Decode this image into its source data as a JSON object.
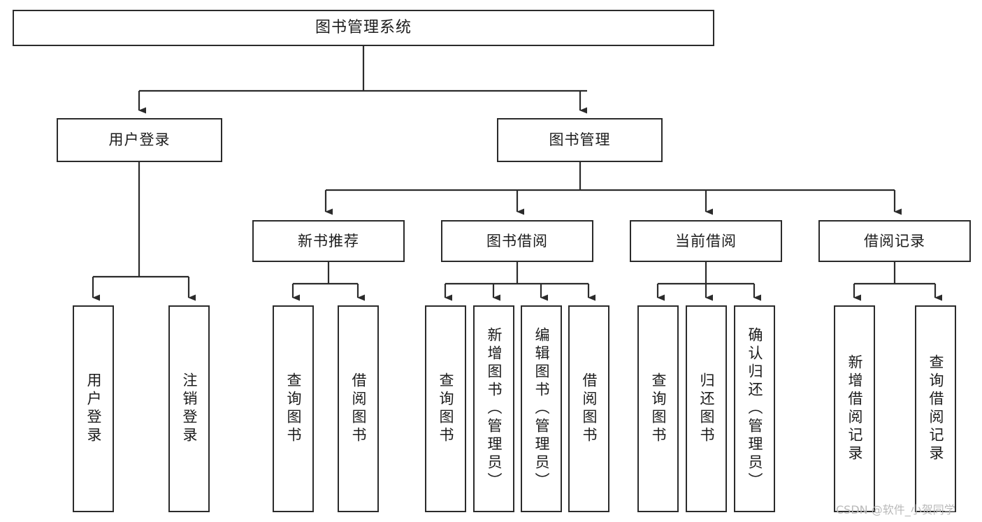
{
  "diagram": {
    "title": "图书管理系统",
    "type": "hierarchy-tree",
    "orientation": "top-down",
    "watermark": "CSDN @软件_小贺同学",
    "colors": {
      "background": "#ffffff",
      "box_border": "#2b2b2b",
      "box_fill": "#ffffff",
      "text": "#1c1c1c",
      "connector": "#2b2b2b",
      "watermark": "#b9b9b9"
    },
    "nodes": {
      "root": {
        "id": "root",
        "label": "图书管理系统",
        "level": 1,
        "orientation": "horizontal"
      },
      "level2": [
        {
          "id": "user-login",
          "label": "用户登录",
          "level": 2,
          "orientation": "horizontal"
        },
        {
          "id": "book-manage",
          "label": "图书管理",
          "level": 2,
          "orientation": "horizontal"
        }
      ],
      "level3": [
        {
          "id": "new-book-rec",
          "label": "新书推荐",
          "level": 3,
          "orientation": "horizontal",
          "parent": "book-manage"
        },
        {
          "id": "book-borrow",
          "label": "图书借阅",
          "level": 3,
          "orientation": "horizontal",
          "parent": "book-manage"
        },
        {
          "id": "current-borrow",
          "label": "当前借阅",
          "level": 3,
          "orientation": "horizontal",
          "parent": "book-manage"
        },
        {
          "id": "borrow-record",
          "label": "借阅记录",
          "level": 3,
          "orientation": "horizontal",
          "parent": "book-manage"
        }
      ],
      "leaves": [
        {
          "id": "leaf-user-login",
          "label": "用户登录",
          "parent": "user-login",
          "orientation": "vertical"
        },
        {
          "id": "leaf-logout",
          "label": "注销登录",
          "parent": "user-login",
          "orientation": "vertical"
        },
        {
          "id": "leaf-query-book-1",
          "label": "查询图书",
          "parent": "new-book-rec",
          "orientation": "vertical"
        },
        {
          "id": "leaf-borrow-book-1",
          "label": "借阅图书",
          "parent": "new-book-rec",
          "orientation": "vertical"
        },
        {
          "id": "leaf-query-book-2",
          "label": "查询图书",
          "parent": "book-borrow",
          "orientation": "vertical"
        },
        {
          "id": "leaf-add-book",
          "label": "新增图书（管理员）",
          "parent": "book-borrow",
          "orientation": "vertical"
        },
        {
          "id": "leaf-edit-book",
          "label": "编辑图书（管理员）",
          "parent": "book-borrow",
          "orientation": "vertical"
        },
        {
          "id": "leaf-borrow-book-2",
          "label": "借阅图书",
          "parent": "book-borrow",
          "orientation": "vertical"
        },
        {
          "id": "leaf-query-book-3",
          "label": "查询图书",
          "parent": "current-borrow",
          "orientation": "vertical"
        },
        {
          "id": "leaf-return-book",
          "label": "归还图书",
          "parent": "current-borrow",
          "orientation": "vertical"
        },
        {
          "id": "leaf-confirm-return",
          "label": "确认归还（管理员）",
          "parent": "current-borrow",
          "orientation": "vertical"
        },
        {
          "id": "leaf-add-record",
          "label": "新增借阅记录",
          "parent": "borrow-record",
          "orientation": "vertical"
        },
        {
          "id": "leaf-query-record",
          "label": "查询借阅记录",
          "parent": "borrow-record",
          "orientation": "vertical"
        }
      ]
    },
    "edges": [
      {
        "from": "root",
        "to": "user-login"
      },
      {
        "from": "root",
        "to": "book-manage"
      },
      {
        "from": "book-manage",
        "to": "new-book-rec"
      },
      {
        "from": "book-manage",
        "to": "book-borrow"
      },
      {
        "from": "book-manage",
        "to": "current-borrow"
      },
      {
        "from": "book-manage",
        "to": "borrow-record"
      },
      {
        "from": "user-login",
        "to": "leaf-user-login"
      },
      {
        "from": "user-login",
        "to": "leaf-logout"
      },
      {
        "from": "new-book-rec",
        "to": "leaf-query-book-1"
      },
      {
        "from": "new-book-rec",
        "to": "leaf-borrow-book-1"
      },
      {
        "from": "book-borrow",
        "to": "leaf-query-book-2"
      },
      {
        "from": "book-borrow",
        "to": "leaf-add-book"
      },
      {
        "from": "book-borrow",
        "to": "leaf-edit-book"
      },
      {
        "from": "book-borrow",
        "to": "leaf-borrow-book-2"
      },
      {
        "from": "current-borrow",
        "to": "leaf-query-book-3"
      },
      {
        "from": "current-borrow",
        "to": "leaf-return-book"
      },
      {
        "from": "current-borrow",
        "to": "leaf-confirm-return"
      },
      {
        "from": "borrow-record",
        "to": "leaf-add-record"
      },
      {
        "from": "borrow-record",
        "to": "leaf-query-record"
      }
    ]
  }
}
